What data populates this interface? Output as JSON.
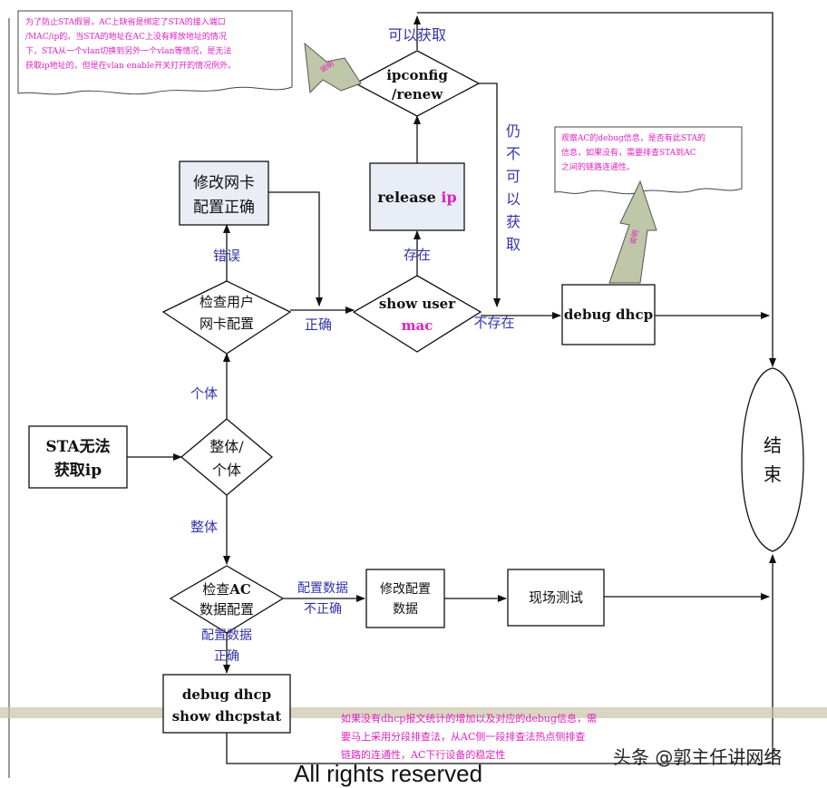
{
  "nodes": {
    "start": [
      "STA无法",
      "获取ip"
    ],
    "whole_or_individual": [
      "整体/",
      "个体"
    ],
    "check_user_nic": [
      "检查用户",
      "网卡配置"
    ],
    "fix_nic": [
      "修改网卡",
      "配置正确"
    ],
    "show_user_mac": {
      "line1": "show user",
      "line2": "mac"
    },
    "release_ip": {
      "text": "release ",
      "highlight": "ip"
    },
    "ipconfig_renew": [
      "ipconfig",
      "/renew"
    ],
    "debug_dhcp_top": "debug dhcp",
    "end": [
      "结",
      "束"
    ],
    "check_ac_config": {
      "line1_a": "检查",
      "line1_b": "AC",
      "line2": "数据配置"
    },
    "modify_config": [
      "修改配置",
      "数据"
    ],
    "field_test": "现场测试",
    "debug_dhcp_stat": [
      "debug dhcp",
      "show dhcpstat"
    ]
  },
  "edge_labels": {
    "wrong": "错误",
    "correct": "正确",
    "individual": "个体",
    "whole": "整体",
    "exists": "存在",
    "not_exists": "不存在",
    "can_obtain": "可以获取",
    "still_cannot_obtain": [
      "仍",
      "不",
      "可",
      "以",
      "获",
      "取"
    ],
    "config_incorrect": [
      "配置数据",
      "不正确"
    ],
    "config_correct": [
      "配置数据",
      "正确"
    ]
  },
  "notes": {
    "top_left": [
      "为了防止STA假冒，AC上缺省是绑定了STA的接入端口",
      "/MAC/ip的。当STA的地址在AC上没有释放地址的情况",
      "下，STA从一个vlan切换到另外一个vlan等情况，是无法",
      "获取ip地址的，但是在vlan enable开关打开的情况例外。"
    ],
    "top_left_arrow": "说明",
    "right": [
      "观察AC的debug信息，是否有此STA的",
      "信息，如果没有，需要排查STA到AC",
      "之间的链路连通性。"
    ],
    "right_arrow": "说明",
    "bottom": [
      "如果没有dhcp报文统计的增加以及对应的debug信息，需",
      "要马上采用分段排查法，从AC侧一段排查法热点侧排查",
      "链路的连通性，AC下行设备的稳定性"
    ]
  },
  "watermark": "头条 @郭主任讲网络",
  "footer": "All rights reserved",
  "colors": {
    "blue_label": "#3333aa",
    "magenta_text": "#e020c0",
    "box_fill": "#e8edf6",
    "callout_arrow": "#bfc7a8"
  }
}
